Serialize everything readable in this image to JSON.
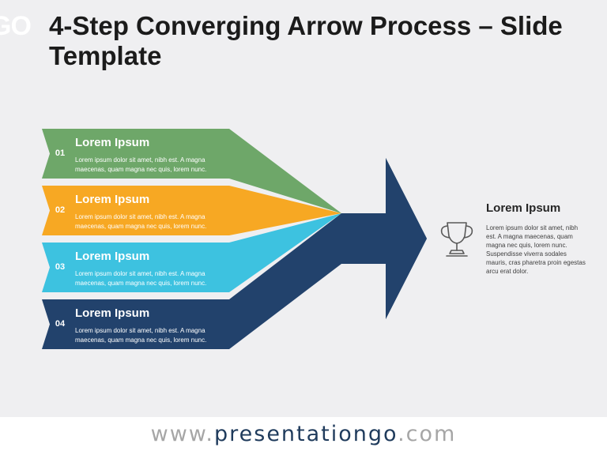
{
  "slide": {
    "logo_text": "GO",
    "title": "4-Step Converging Arrow Process – Slide Template"
  },
  "colors": {
    "background": "#efeff1",
    "step1": "#6ea769",
    "step2": "#f7a823",
    "step3": "#3dc2e0",
    "step4": "#22426c",
    "arrow": "#22426c",
    "trophy": "#595959"
  },
  "steps": [
    {
      "number": "01",
      "title": "Lorem Ipsum",
      "text": "Lorem ipsum dolor sit amet, nibh est. A magna maecenas, quam magna nec quis, lorem nunc."
    },
    {
      "number": "02",
      "title": "Lorem Ipsum",
      "text": "Lorem ipsum dolor sit amet, nibh est. A magna maecenas, quam magna nec quis, lorem nunc."
    },
    {
      "number": "03",
      "title": "Lorem Ipsum",
      "text": "Lorem ipsum dolor sit amet, nibh est. A magna maecenas, quam magna nec quis, lorem nunc."
    },
    {
      "number": "04",
      "title": "Lorem Ipsum",
      "text": "Lorem ipsum dolor sit amet, nibh est. A magna maecenas, quam magna nec quis, lorem nunc."
    }
  ],
  "result": {
    "icon": "trophy-icon",
    "title": "Lorem Ipsum",
    "text": "Lorem ipsum dolor sit amet, nibh est. A magna maecenas, quam magna nec quis, lorem nunc. Suspendisse viverra sodales mauris, cras pharetra proin egestas arcu erat dolor."
  },
  "footer": {
    "prefix": "www.",
    "brand": "presentationgo",
    "suffix": ".com"
  }
}
